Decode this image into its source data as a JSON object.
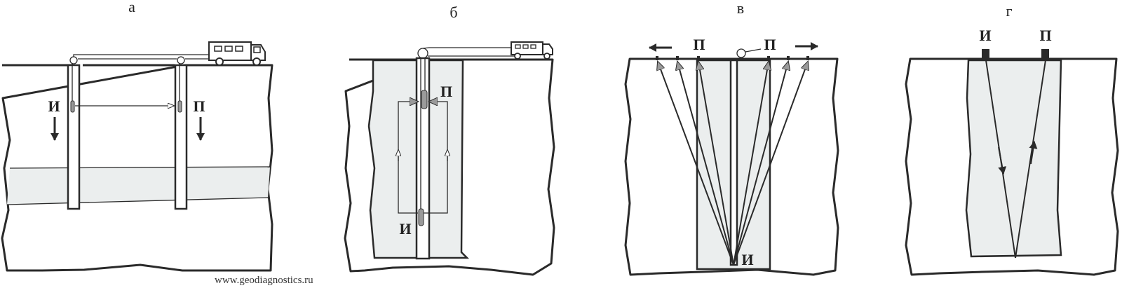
{
  "panels": [
    {
      "label": "а",
      "marks": [
        "И",
        "П"
      ]
    },
    {
      "label": "б",
      "marks": [
        "П",
        "И"
      ]
    },
    {
      "label": "в",
      "marks": [
        "П",
        "П",
        "И"
      ]
    },
    {
      "label": "г",
      "marks": [
        "И",
        "П"
      ]
    }
  ],
  "watermark": "www.geodiagnostics.ru",
  "colors": {
    "line": "#2a2a2a",
    "fill": "#ebeeee",
    "probe": "#9a9a9a"
  }
}
